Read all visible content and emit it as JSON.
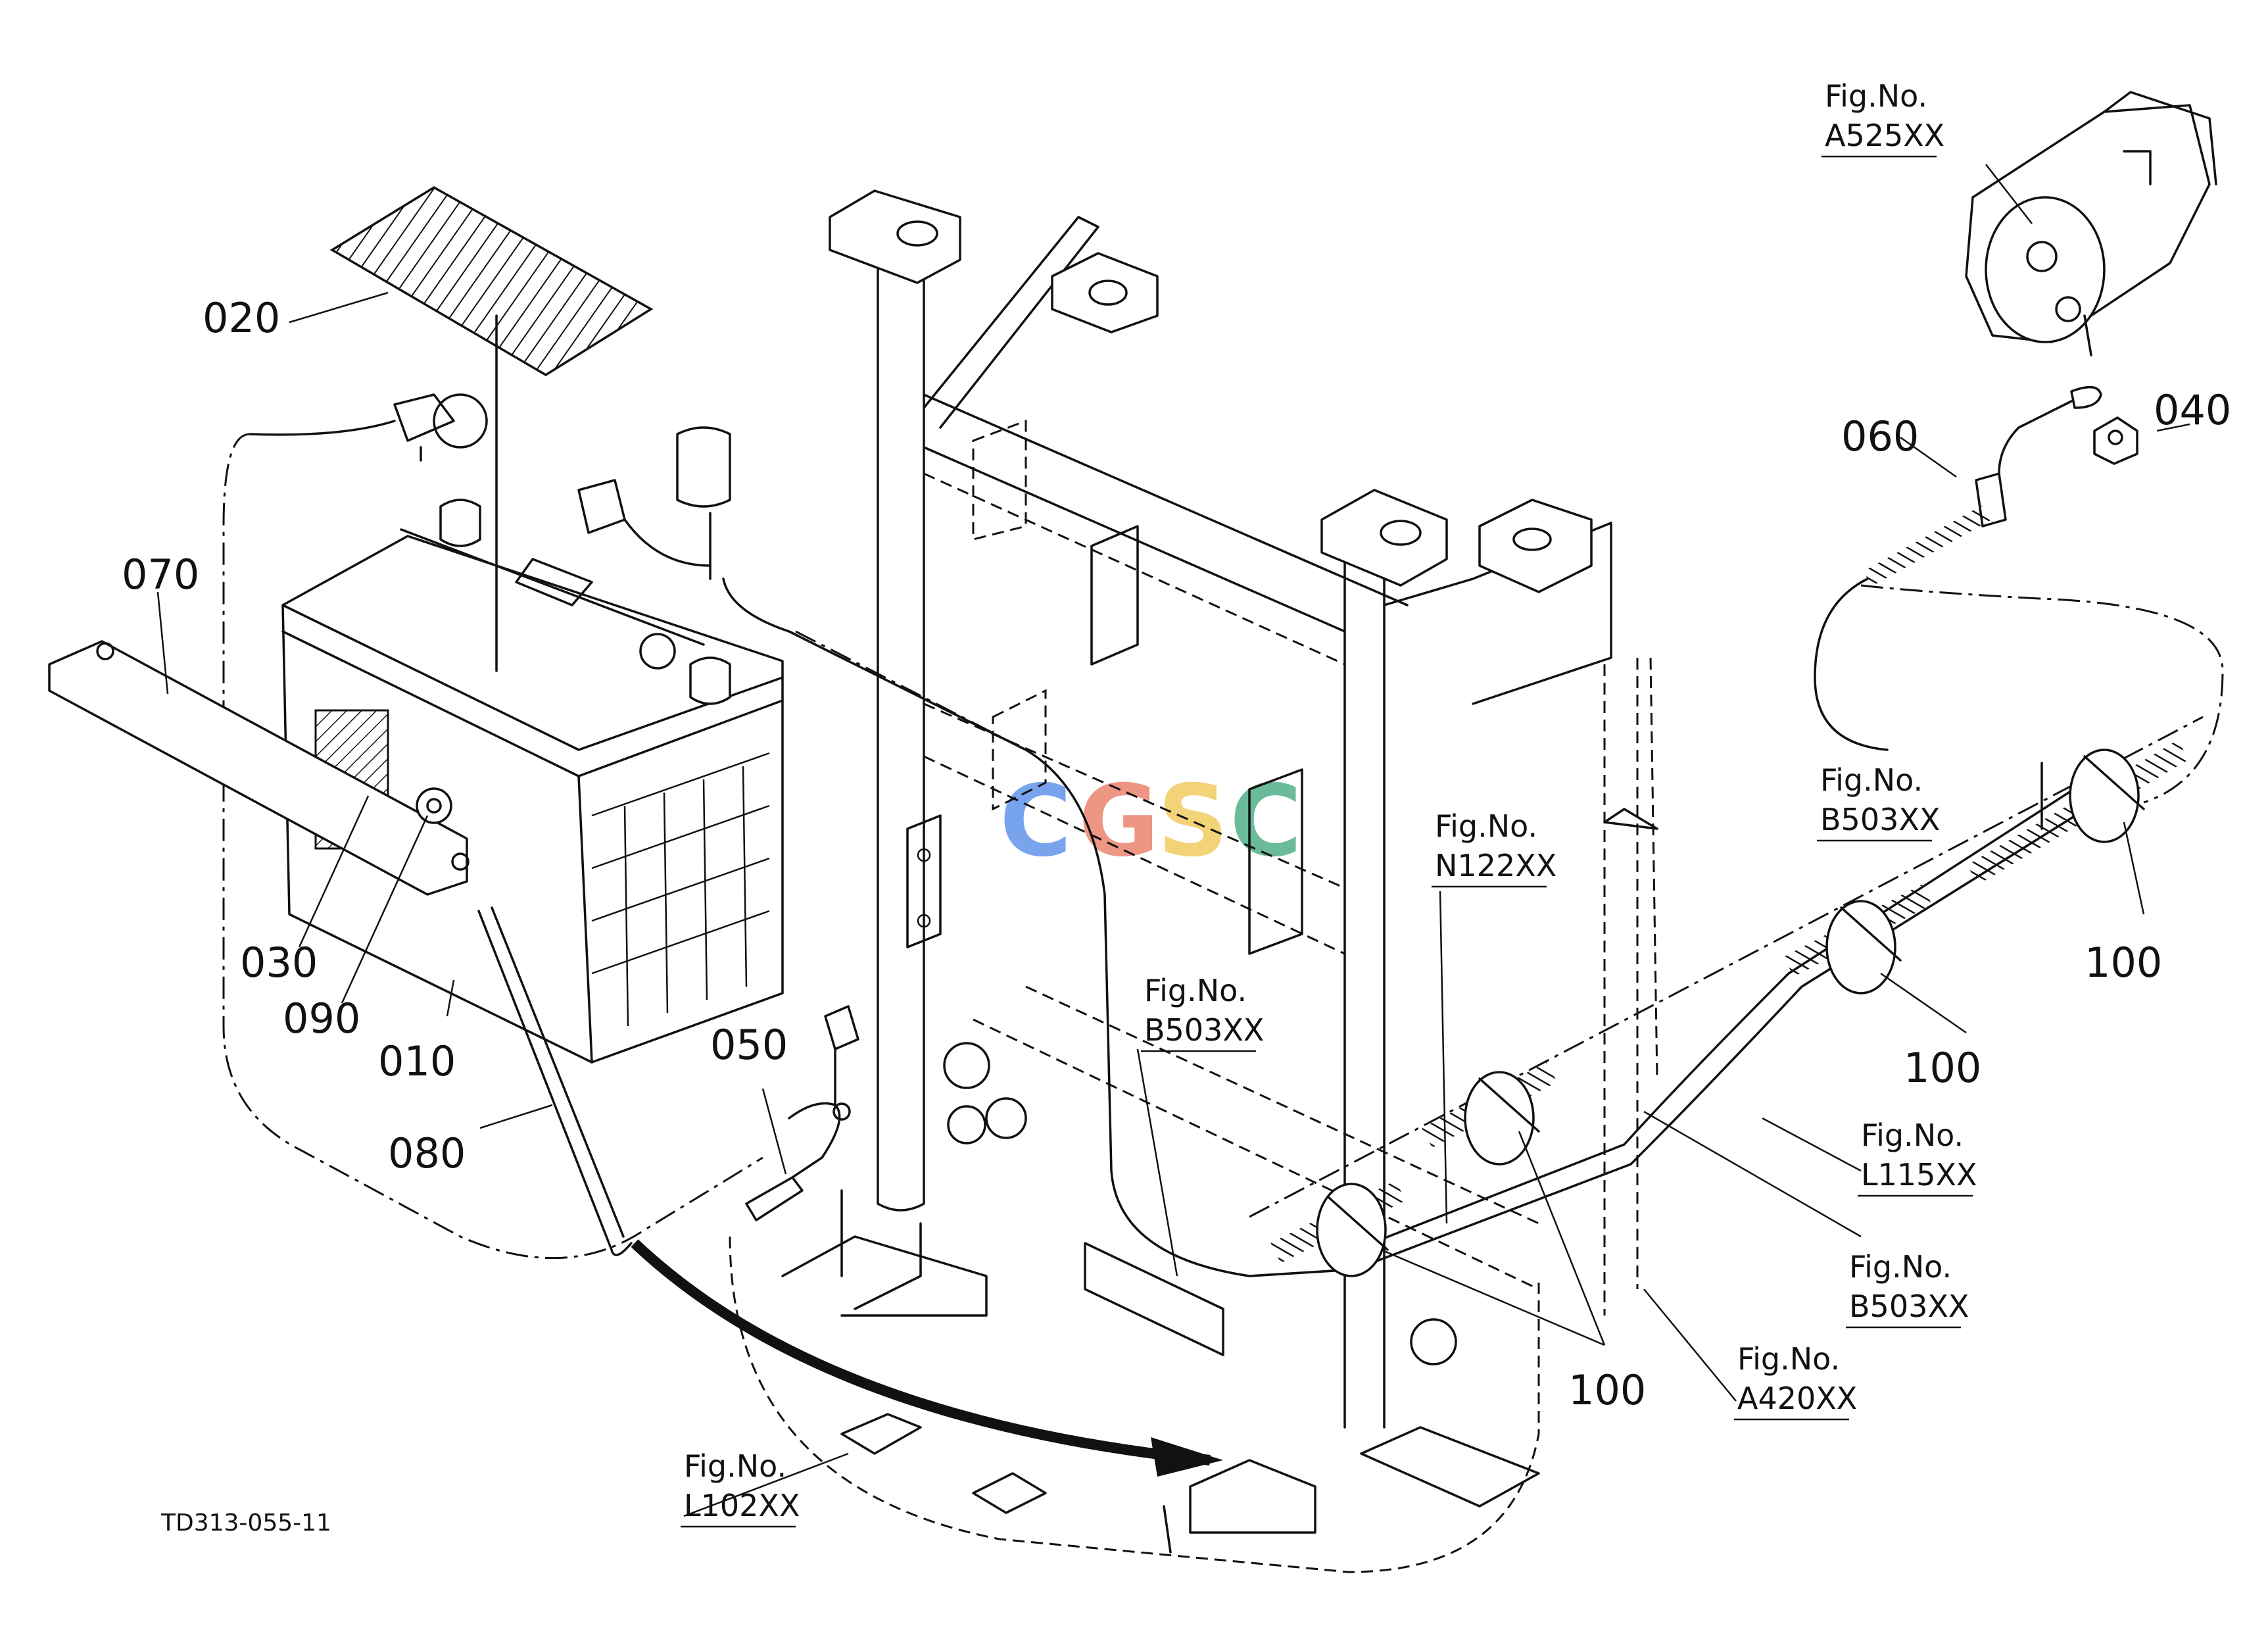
{
  "drawing_code": "TD313-055-11",
  "watermark": {
    "letters": [
      "C",
      "G",
      "S",
      "C"
    ],
    "colors": [
      "#4a86e8",
      "#e8745a",
      "#f0c54a",
      "#3aa57a"
    ]
  },
  "part_labels": {
    "p010": "010",
    "p020": "020",
    "p030": "030",
    "p040": "040",
    "p050": "050",
    "p060": "060",
    "p070": "070",
    "p080": "080",
    "p090": "090",
    "p100a": "100",
    "p100b": "100",
    "p100c": "100"
  },
  "fig_refs": {
    "a525": {
      "prefix": "Fig.No.",
      "code": "A525XX"
    },
    "b503_right": {
      "prefix": "Fig.No.",
      "code": "B503XX"
    },
    "n122": {
      "prefix": "Fig.No.",
      "code": "N122XX"
    },
    "b503_left": {
      "prefix": "Fig.No.",
      "code": "B503XX"
    },
    "l115": {
      "prefix": "Fig.No.",
      "code": "L115XX"
    },
    "b503_low": {
      "prefix": "Fig.No.",
      "code": "B503XX"
    },
    "a420": {
      "prefix": "Fig.No.",
      "code": "A420XX"
    },
    "l102": {
      "prefix": "Fig.No.",
      "code": "L102XX"
    }
  }
}
